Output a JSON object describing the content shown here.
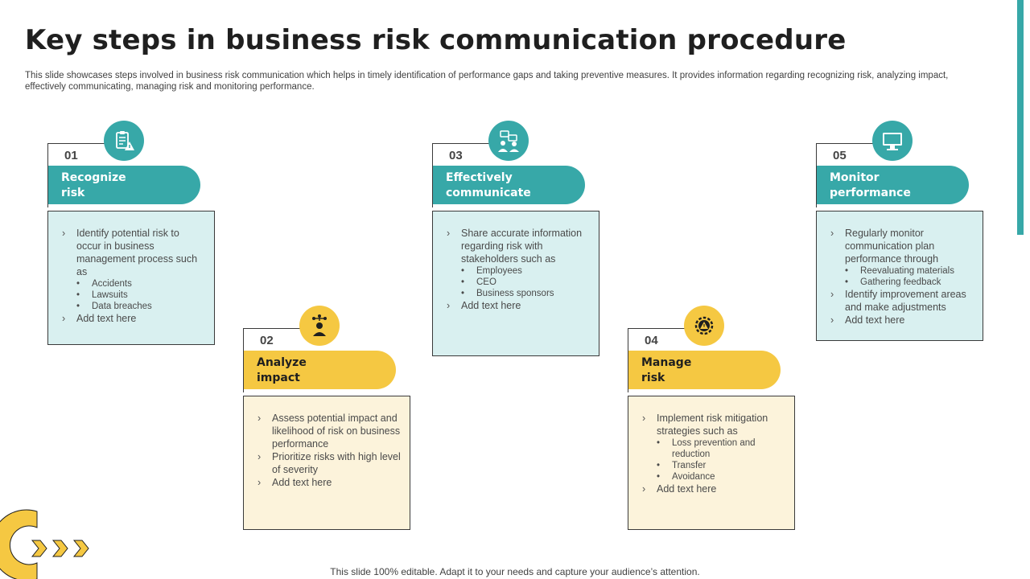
{
  "title": "Key steps in business risk communication procedure",
  "subtitle": "This slide showcases steps involved in business risk communication which helps in timely identification of performance gaps and taking preventive measures. It provides information regarding recognizing risk, analyzing impact, effectively  communicating, managing risk and monitoring performance.",
  "colors": {
    "teal": "#37a8a8",
    "yellow": "#f5c842",
    "teal_light": "#d9f0f0",
    "yellow_light": "#fcf3db"
  },
  "steps": [
    {
      "number": "01",
      "title_line1": "Recognize",
      "title_line2": "risk",
      "icon": "risk-checklist-icon",
      "color": "teal",
      "items": [
        {
          "text": "Identify potential risk to occur in business management process such as",
          "subs": [
            "Accidents",
            "Lawsuits",
            "Data breaches"
          ]
        },
        {
          "text": "Add text here"
        }
      ]
    },
    {
      "number": "02",
      "title_line1": "Analyze",
      "title_line2": "impact",
      "icon": "analyst-person-icon",
      "color": "yellow",
      "items": [
        {
          "text": "Assess potential impact and likelihood of risk on business performance"
        },
        {
          "text": "Prioritize risks with high level of severity"
        },
        {
          "text": "Add text here"
        }
      ]
    },
    {
      "number": "03",
      "title_line1": "Effectively",
      "title_line2": "communicate",
      "icon": "people-chat-icon",
      "color": "teal",
      "items": [
        {
          "text": "Share accurate information regarding risk with stakeholders such as",
          "subs": [
            "Employees",
            "CEO",
            "Business sponsors"
          ]
        },
        {
          "text": "Add text here"
        }
      ]
    },
    {
      "number": "04",
      "title_line1": "Manage",
      "title_line2": "risk",
      "icon": "gear-warning-icon",
      "color": "yellow",
      "items": [
        {
          "text": "Implement risk mitigation strategies such as",
          "subs": [
            "Loss prevention and reduction",
            "Transfer",
            "Avoidance"
          ]
        },
        {
          "text": "Add text here"
        }
      ]
    },
    {
      "number": "05",
      "title_line1": "Monitor",
      "title_line2": "performance",
      "icon": "monitor-icon",
      "color": "teal",
      "items": [
        {
          "text": "Regularly monitor communication plan performance through",
          "subs": [
            "Reevaluating materials",
            "Gathering feedback"
          ]
        },
        {
          "text": "Identify improvement areas and make adjustments"
        },
        {
          "text": "Add text here"
        }
      ]
    }
  ],
  "footer": "This slide 100% editable. Adapt it to your needs and capture your audience’s attention."
}
